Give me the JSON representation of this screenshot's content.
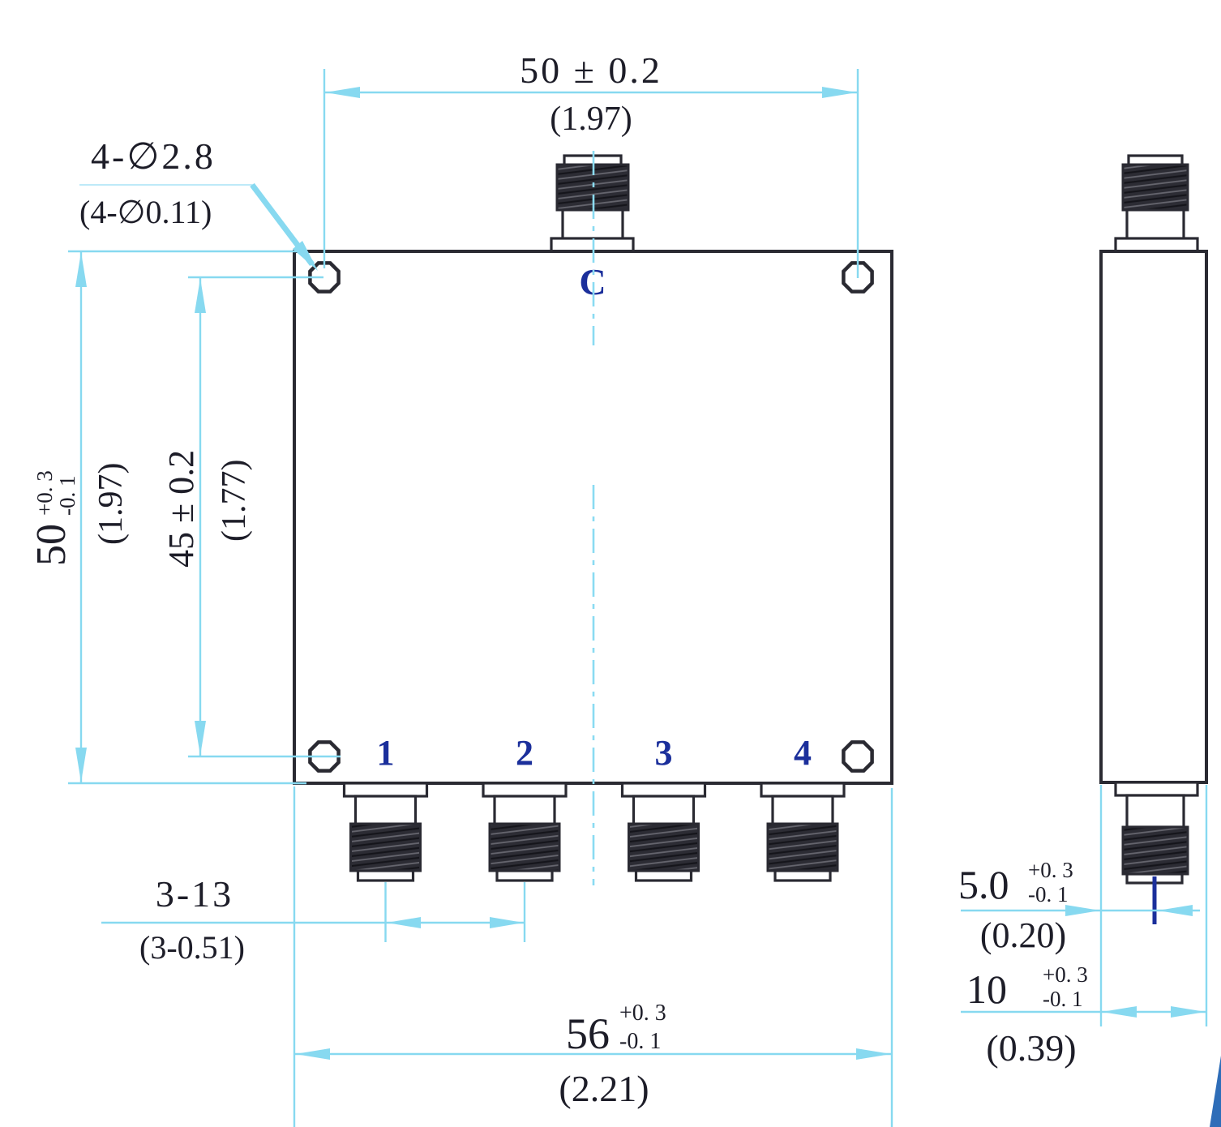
{
  "colors": {
    "dimension_line": "#87d9f0",
    "outline": "#2a2a32",
    "port_label_blue": "#1b2f9b",
    "dim_text": "#1d1d28"
  },
  "front_view": {
    "label_common_port": "C",
    "label_port1": "1",
    "label_port2": "2",
    "label_port3": "3",
    "label_port4": "4"
  },
  "dims": {
    "top_width": {
      "value": "50 ± 0.2",
      "inches": "(1.97)"
    },
    "mounting_holes": {
      "callout": "4-∅2.8",
      "inches": "(4-∅0.11)"
    },
    "body_height": {
      "value": "50",
      "tol_plus": "+0. 3",
      "tol_minus": "-0. 1",
      "inches": "(1.97)"
    },
    "hole_spacing": {
      "value": "45 ± 0.2",
      "inches": "(1.77)"
    },
    "port_pitch": {
      "value": "3-13",
      "inches": "(3-0.51)"
    },
    "body_width": {
      "value": "56",
      "tol_plus": "+0. 3",
      "tol_minus": "-0. 1",
      "inches": "(2.21)"
    },
    "pin_offset": {
      "value": "5.0",
      "tol_plus": "+0. 3",
      "tol_minus": "-0. 1",
      "inches": "(0.20)"
    },
    "body_depth": {
      "value": "10",
      "tol_plus": "+0. 3",
      "tol_minus": "-0. 1",
      "inches": "(0.39)"
    }
  }
}
